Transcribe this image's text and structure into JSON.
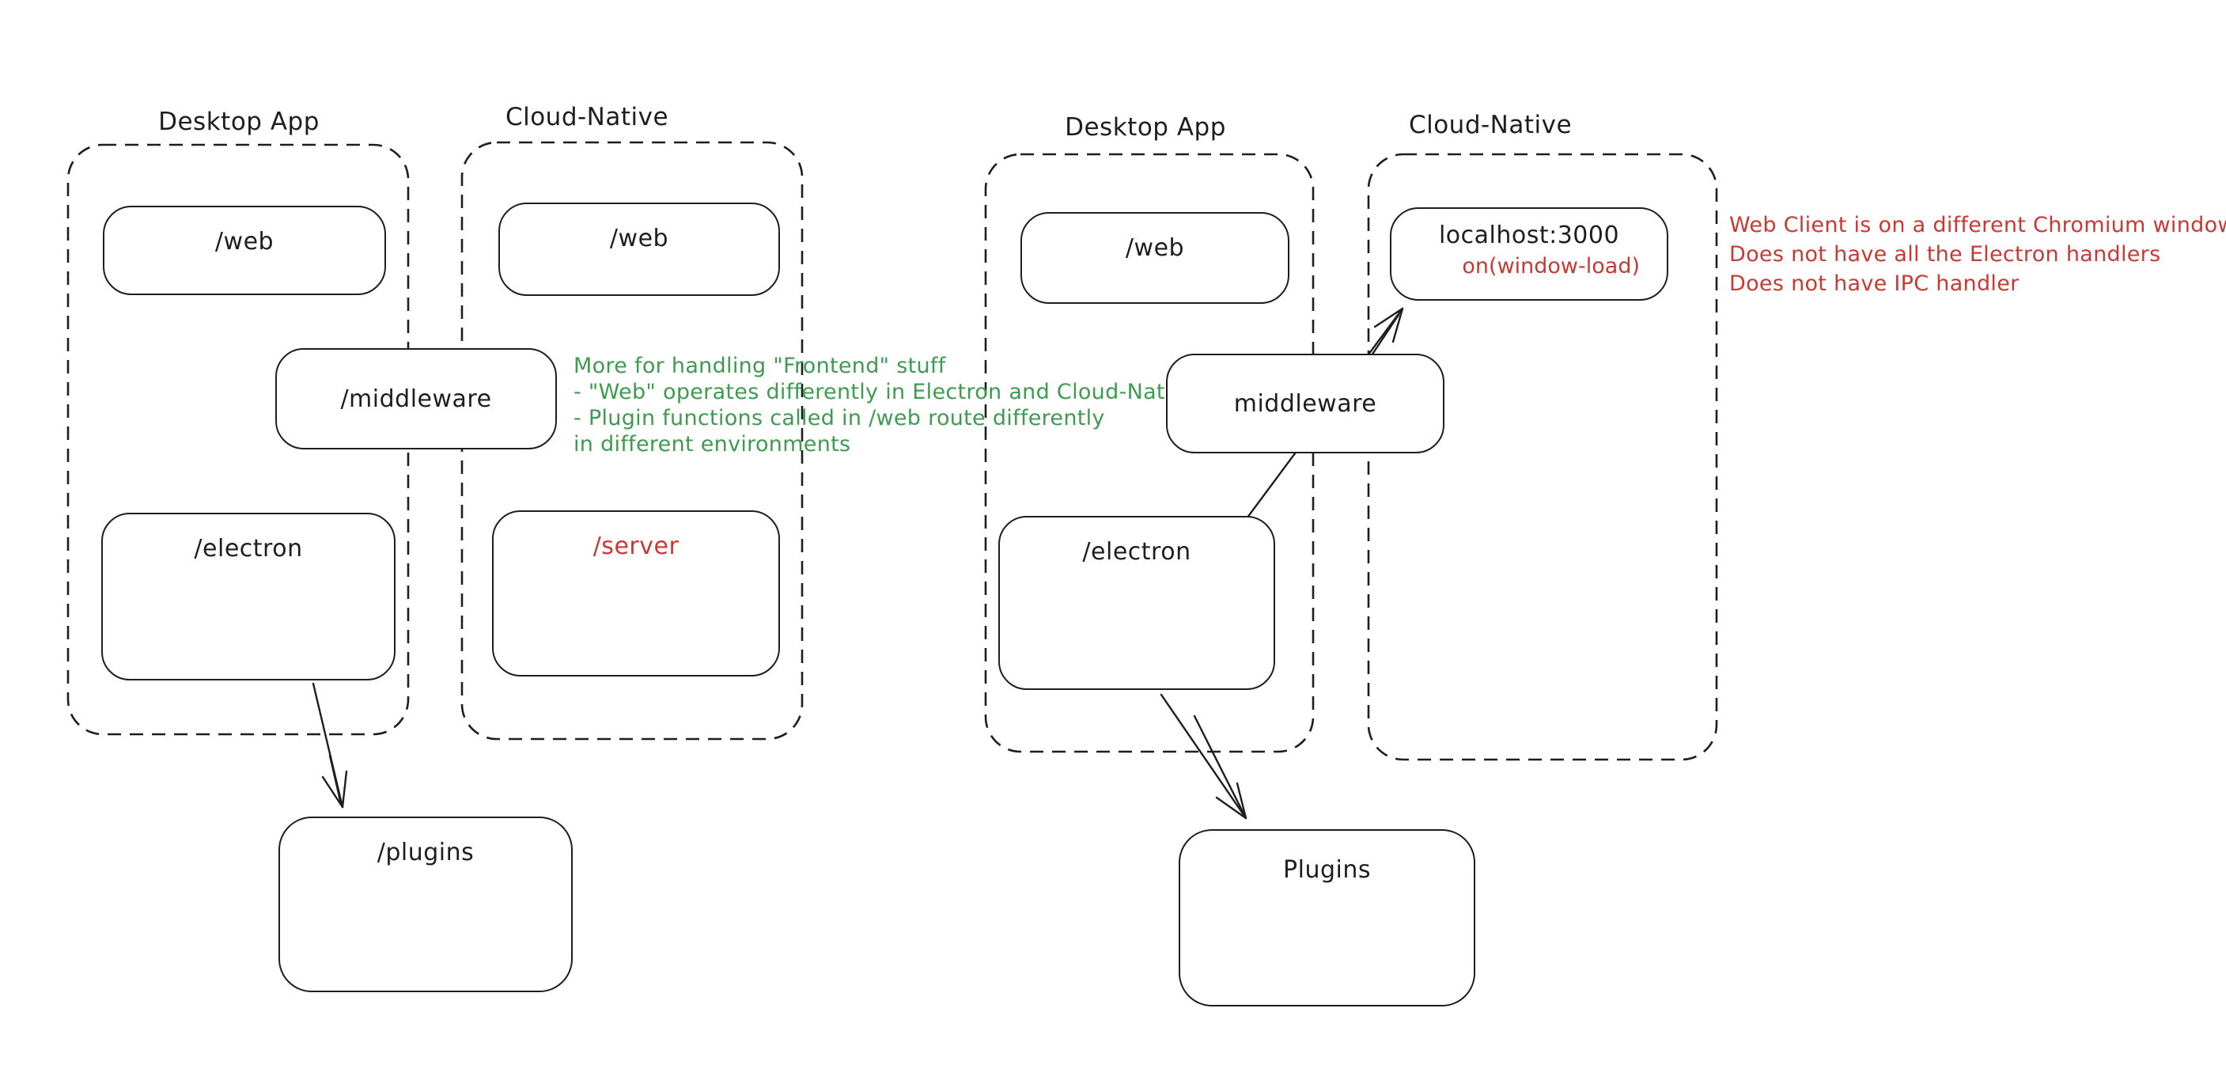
{
  "colors": {
    "ink": "#1e1e1e",
    "red": "#c73a34",
    "green": "#3e9b50",
    "background": "#ffffff"
  },
  "left": {
    "desktop_title": "Desktop App",
    "cloud_title": "Cloud-Native",
    "web1": "/web",
    "web2": "/web",
    "middleware": "/middleware",
    "electron": "/electron",
    "server": "/server",
    "plugins": "/plugins",
    "note_lines": [
      "More for handling \"Frontend\" stuff",
      "- \"Web\" operates differently in Electron and Cloud-Native",
      "- Plugin functions called in /web route differently",
      "in different environments"
    ]
  },
  "right": {
    "desktop_title": "Desktop App",
    "cloud_title": "Cloud-Native",
    "web": "/web",
    "localhost": "localhost:3000",
    "window_load": "on(window-load)",
    "middleware": "middleware",
    "electron": "/electron",
    "plugins": "Plugins",
    "note_lines": [
      "Web Client is on a different Chromium window",
      "Does not have all the Electron handlers",
      "Does not have IPC handler"
    ]
  }
}
